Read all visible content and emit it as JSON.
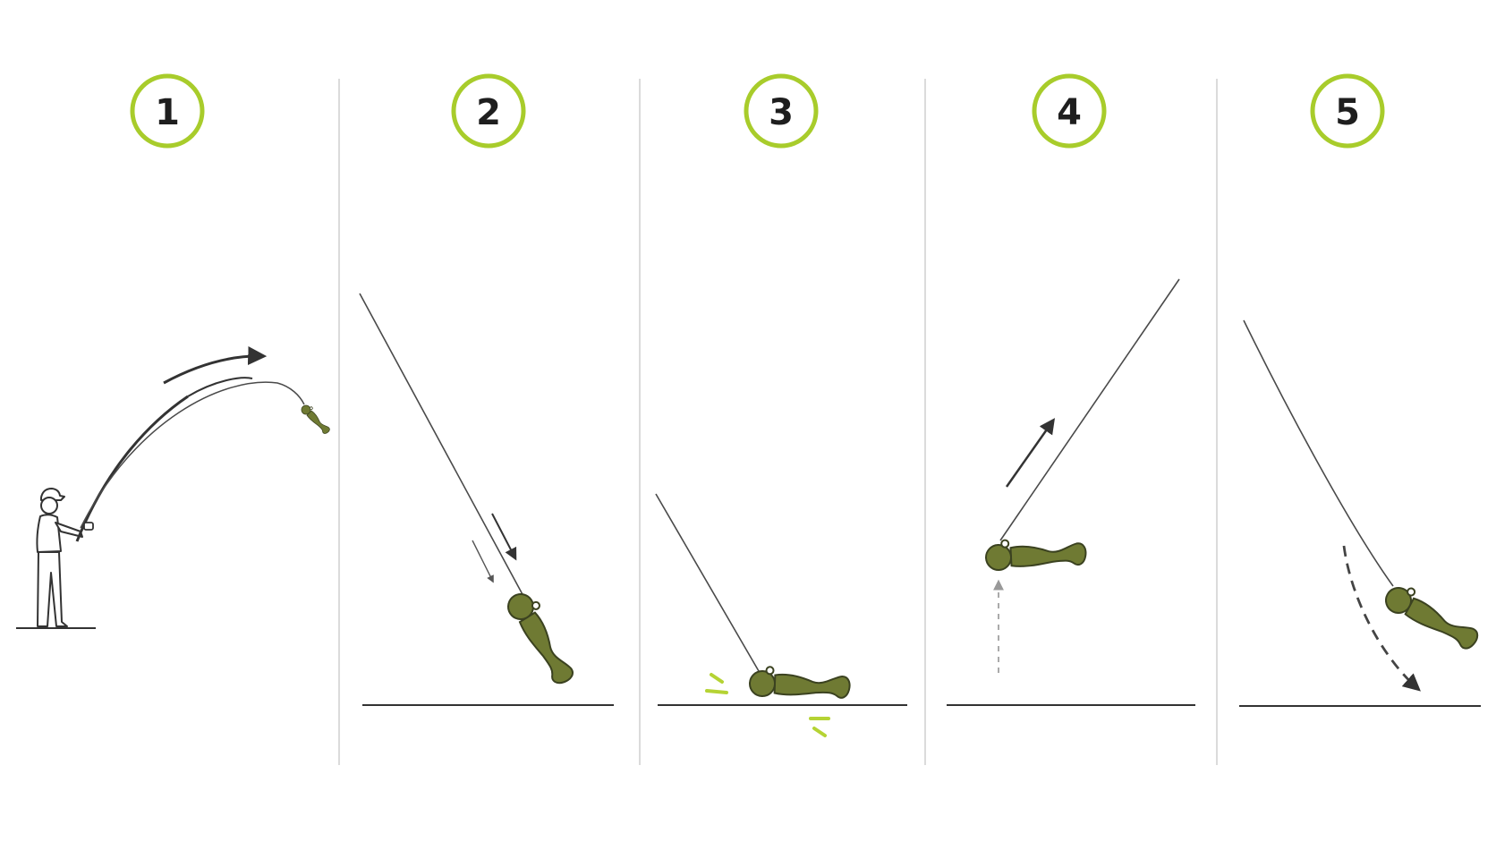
{
  "steps": [
    {
      "number": "1",
      "icon": "angler-casting"
    },
    {
      "number": "2",
      "icon": "jig-sinking"
    },
    {
      "number": "3",
      "icon": "jig-hitting-bottom"
    },
    {
      "number": "4",
      "icon": "jig-lifted"
    },
    {
      "number": "5",
      "icon": "jig-falling-back"
    }
  ],
  "colors": {
    "badge_ring": "#a8cc2b",
    "lure_body": "#6f7a33",
    "lure_outline": "#3b4220",
    "line": "#4a4a4a",
    "arrow": "#333333",
    "divider": "#cfcfcf",
    "impact_marks": "#b5d334"
  }
}
